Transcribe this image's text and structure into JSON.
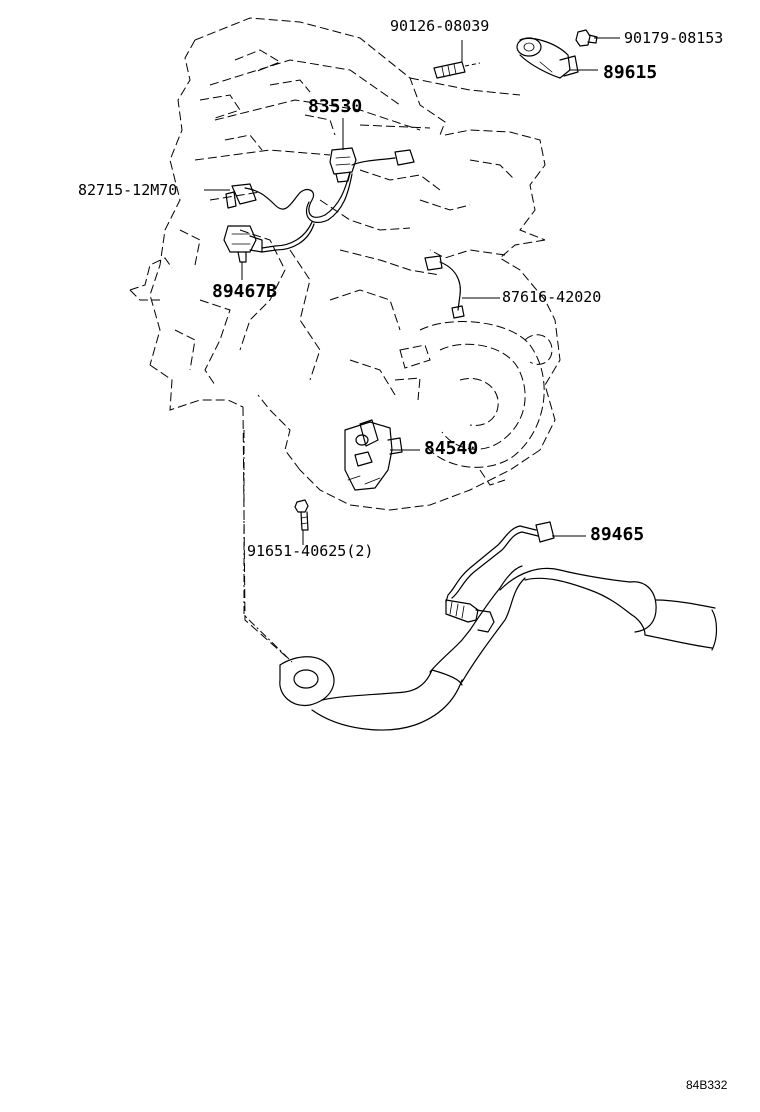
{
  "diagram": {
    "parts": [
      {
        "id": "p90126",
        "number": "90126-08039"
      },
      {
        "id": "p90179",
        "number": "90179-08153"
      },
      {
        "id": "p89615",
        "number": "89615"
      },
      {
        "id": "p83530",
        "number": "83530"
      },
      {
        "id": "p82715",
        "number": "82715-12M70"
      },
      {
        "id": "p89467",
        "number": "89467B"
      },
      {
        "id": "p87616",
        "number": "87616-42020"
      },
      {
        "id": "p84540",
        "number": "84540"
      },
      {
        "id": "p91651",
        "number": "91651-40625(2)"
      },
      {
        "id": "p89465",
        "number": "89465"
      }
    ],
    "figure_code": "84B332"
  }
}
